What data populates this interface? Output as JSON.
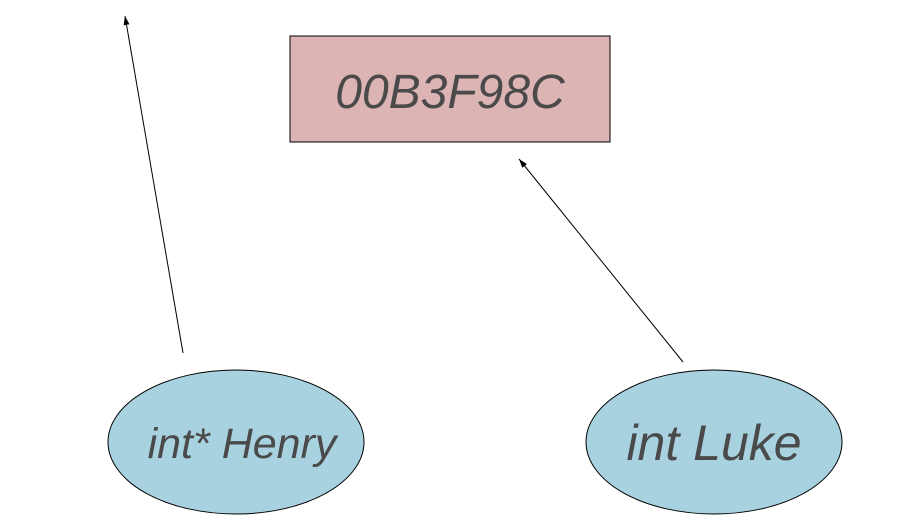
{
  "diagram": {
    "box": {
      "label": "00B3F98C",
      "fill_color": "#dcb4b4",
      "stroke_color": "#000000"
    },
    "nodes": [
      {
        "label": "int* Henry",
        "fill_color": "#a8d2e0"
      },
      {
        "label": "int Luke",
        "fill_color": "#a8d2e0"
      }
    ],
    "edges": [
      {
        "from": "int* Henry",
        "to": "",
        "style": "arrow"
      },
      {
        "from": "int Luke",
        "to": "00B3F98C",
        "style": "arrow"
      }
    ],
    "text_color": "#4a4a4a"
  }
}
